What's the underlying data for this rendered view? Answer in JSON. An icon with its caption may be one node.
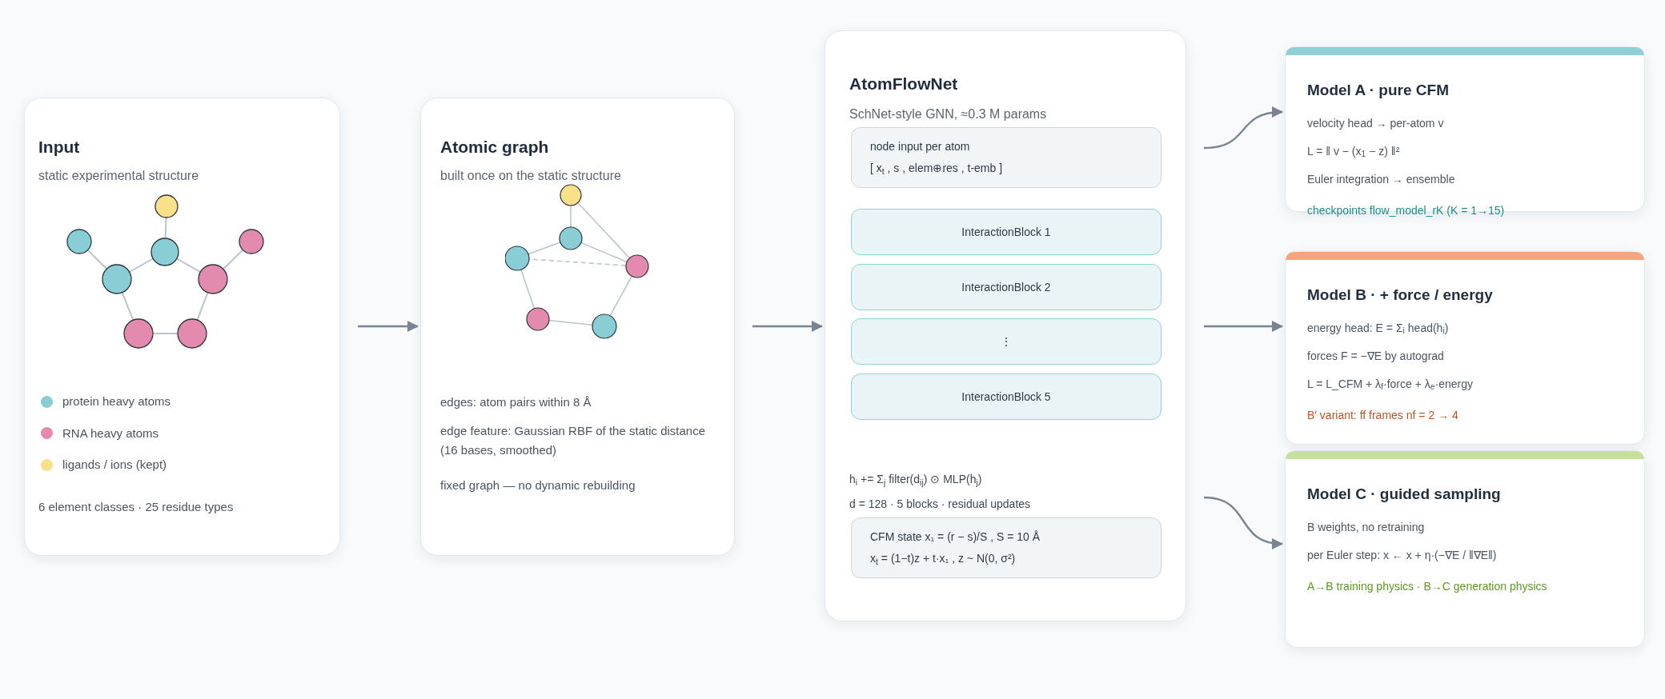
{
  "diagram": {
    "nodes": [
      {
        "text": [
          "Input",
          "static experimental structure",
          "6 element classes · 25 residue types"
        ]
      },
      {
        "text": [
          "Atomic graph",
          "built once on the static structure",
          "edges: atom pairs within 8 Å",
          "edge feature: Gaussian RBF of the static distance (16 bases, smoothed)",
          "fixed graph — no dynamic rebuilding"
        ]
      },
      {
        "text": [
          "AtomFlowNet",
          "SchNet-style GNN, ≈0.3 M params",
          "h$_{i}$ += Σ$_{j}$ filter(d$_{ij}$) ⊙ MLP(h$_{j}$)",
          "d = 128 · 5 blocks · residual updates"
        ]
      },
      {
        "text": [
          "node input per atom",
          "[ x$_{t}$ , s , elem⊕res , t-emb ]"
        ],
        "in": 2
      },
      {
        "text": [
          "InteractionBlock 1"
        ],
        "in": 2
      },
      {
        "text": [
          "InteractionBlock 2"
        ],
        "in": 2
      },
      {
        "text": [
          "⋮"
        ],
        "in": 2
      },
      {
        "text": [
          "InteractionBlock 5"
        ],
        "in": 2
      },
      {
        "text": [
          "CFM state x₁ = (r − s)/S , S = 10 Å",
          "x$_{t}$ = (1−t)z + t·x₁ , z ~ N(0, σ²)"
        ],
        "in": 2
      },
      {
        "text": [
          "Model A · pure CFM",
          "velocity head → per-atom v",
          "L = ‖ v − (x$_{1}$ − z) ‖²",
          "Euler integration → ensemble",
          "checkpoints flow_model_rK (K = 1→15)"
        ]
      },
      {
        "text": [
          "Model B · + force / energy",
          "energy head: E = Σ$_{i}$ head(h$_{i}$)",
          "forces F = −∇E by autograd",
          "L = L_CFM + λ$_{f}$·force + λ$_{e}$·energy",
          "B′ variant: ff frames nf = 2 → 4"
        ]
      },
      {
        "text": [
          "Model C · guided sampling",
          "B weights, no retraining",
          "per Euler step: x ← x + η·(−∇E / ‖∇E‖)",
          "A→B training physics · B→C generation physics"
        ]
      }
    ],
    "edges": [
      {
        "from": 0,
        "to": 1,
        "arrow": "to"
      },
      {
        "from": 1,
        "to": 2,
        "arrow": "to"
      },
      {
        "from": 2,
        "to": 9,
        "arrow": "to"
      },
      {
        "from": 2,
        "to": 10,
        "arrow": "to"
      },
      {
        "from": 2,
        "to": 11,
        "arrow": "to"
      }
    ],
    "legend": [
      {
        "text": "protein heavy atoms",
        "color": "#88ced4"
      },
      {
        "text": "RNA heavy atoms",
        "color": "#e48aae"
      },
      {
        "text": "ligands / ions (kept)",
        "color": "#fbe08a"
      }
    ]
  }
}
